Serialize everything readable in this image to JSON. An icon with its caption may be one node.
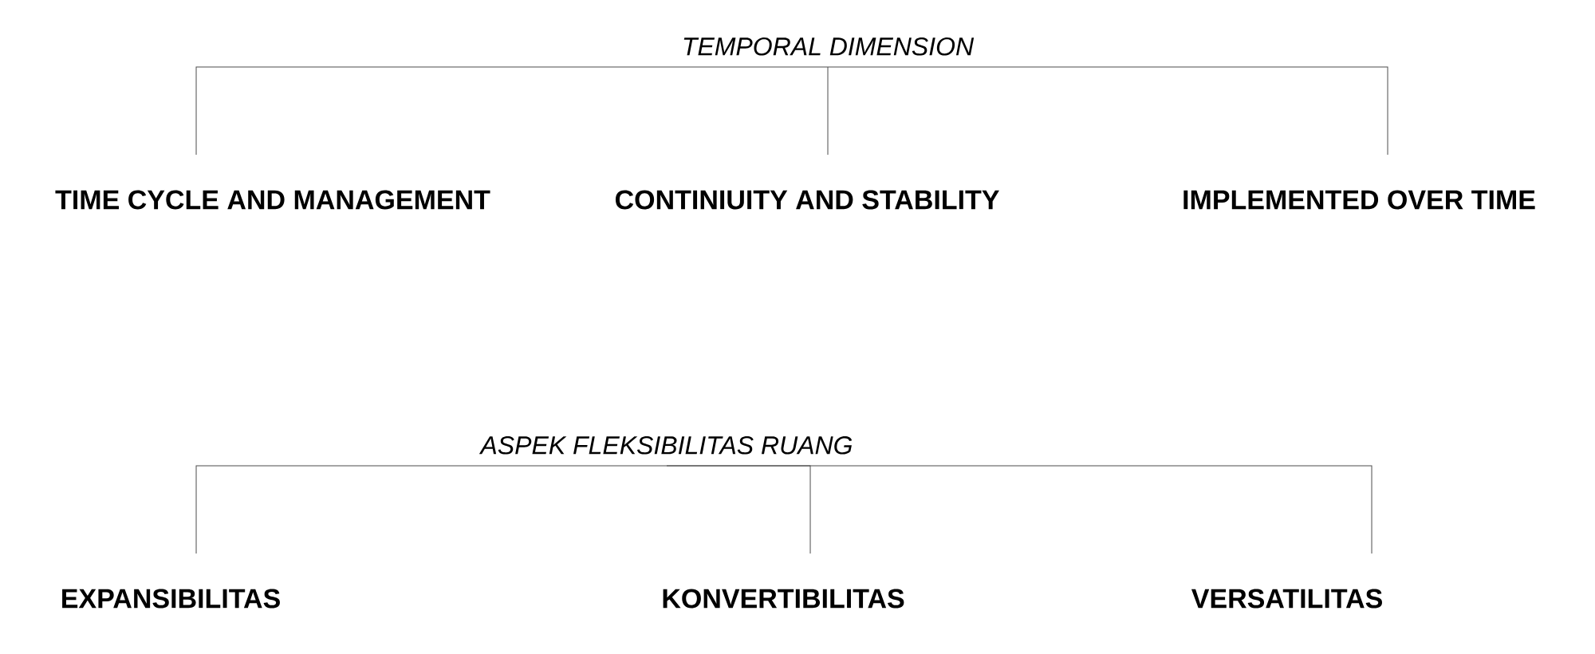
{
  "diagram": {
    "nodes": [
      {
        "text": [
          "TEMPORAL DIMENSION"
        ]
      },
      {
        "text": [
          "TIME CYCLE AND MANAGEMENT"
        ]
      },
      {
        "text": [
          "CONTINIUITY AND STABILITY"
        ]
      },
      {
        "text": [
          "IMPLEMENTED OVER TIME"
        ]
      },
      {
        "text": [
          "ASPEK FLEKSIBILITAS RUANG"
        ]
      },
      {
        "text": [
          "EXPANSIBILITAS"
        ]
      },
      {
        "text": [
          "KONVERTIBILITAS"
        ]
      },
      {
        "text": [
          "VERSATILITAS"
        ]
      }
    ],
    "edges": [
      {
        "from": 0,
        "to": 1,
        "arrow": "none"
      },
      {
        "from": 0,
        "to": 2,
        "arrow": "none"
      },
      {
        "from": 0,
        "to": 3,
        "arrow": "none"
      },
      {
        "from": 4,
        "to": 5,
        "arrow": "none"
      },
      {
        "from": 4,
        "to": 6,
        "arrow": "none"
      },
      {
        "from": 4,
        "to": 7,
        "arrow": "none"
      }
    ]
  }
}
